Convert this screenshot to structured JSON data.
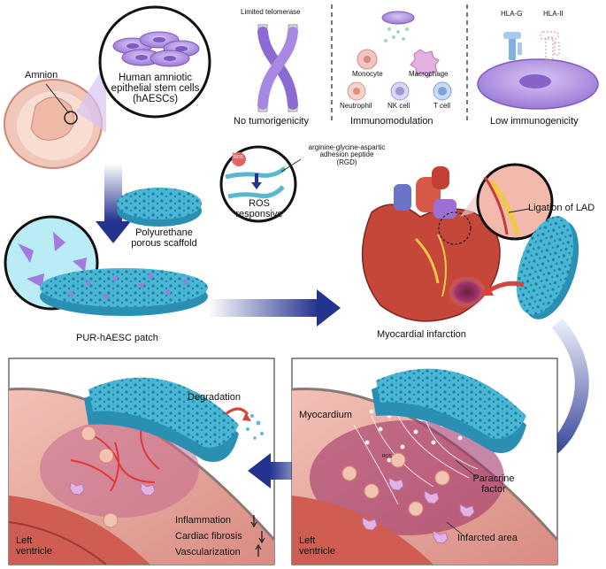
{
  "top": {
    "amnion": "Amnion",
    "hAESC_line1": "Human amniotic",
    "hAESC_line2": "epithelial stem cells",
    "hAESC_line3": "(hAESCs)",
    "limited_telomerase": "Limited telomerase",
    "no_tumorigenicity": "No tumorigenicity",
    "monocyte": "Monocyte",
    "macrophage": "Macrophage",
    "neutrophil": "Neutrophil",
    "nk_cell": "NK cell",
    "t_cell": "T cell",
    "immunomodulation": "Immunomodulation",
    "hla_g": "HLA-G",
    "hla_ii": "HLA-II",
    "low_immunogenicity": "Low immunogenicity"
  },
  "scaffold": {
    "rgd_line1": "arginine-glycine-aspartic",
    "rgd_line2": "adhesion peptide",
    "rgd_line3": "(RGD)",
    "ros_tag": "ROS",
    "ros_line1": "ROS",
    "ros_line2": "responsive",
    "pur_line1": "Polyurethane",
    "pur_line2": "porous scaffold",
    "patch_label": "PUR-hAESC patch"
  },
  "heart": {
    "ligation": "Ligation of LAD",
    "mi_label": "Myocardial infarction"
  },
  "right_panel": {
    "myocardium": "Myocardium",
    "paracrine_line1": "Paracrine",
    "paracrine_line2": "factor",
    "infarcted": "Infarcted area",
    "lv_line1": "Left",
    "lv_line2": "ventricle",
    "ros_small": "ROS"
  },
  "left_panel": {
    "degradation": "Degradation",
    "inflammation": "Inflammation",
    "fibrosis": "Cardiac fibrosis",
    "vascularization": "Vascularization",
    "lv_line1": "Left",
    "lv_line2": "ventricle"
  },
  "colors": {
    "cell_purple": "#b99ae6",
    "blue_arrow": "#24338f",
    "scaffold_cyan": "#4dbbd6",
    "heart_red": "#c4473a"
  }
}
